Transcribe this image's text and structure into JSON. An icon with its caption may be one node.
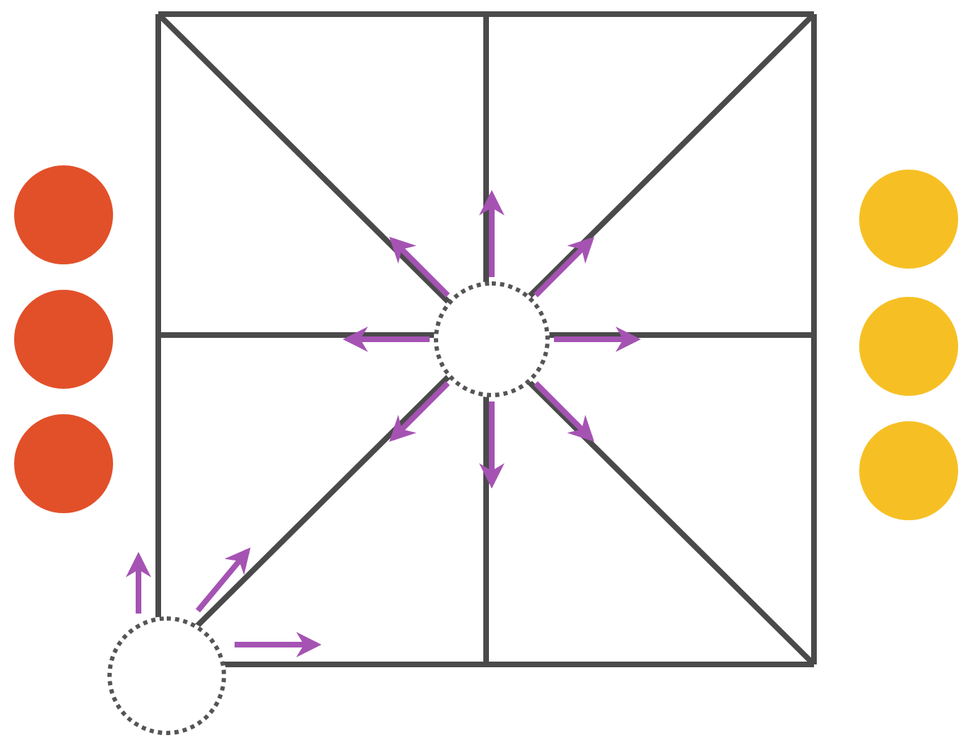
{
  "diagram": {
    "nodes": [
      {
        "text": [],
        "shape": "circle"
      },
      {
        "text": [],
        "shape": "circle"
      },
      {
        "text": [],
        "shape": "circle"
      },
      {
        "text": [],
        "shape": "circle"
      },
      {
        "text": [],
        "shape": "circle"
      },
      {
        "text": [],
        "shape": "circle"
      },
      {
        "text": [],
        "shape": "circle"
      },
      {
        "text": [],
        "shape": "circle"
      }
    ],
    "edges": [
      {
        "from": 6,
        "to": null,
        "arrow": "to"
      },
      {
        "from": 6,
        "to": null,
        "arrow": "to"
      },
      {
        "from": 6,
        "to": null,
        "arrow": "to"
      },
      {
        "from": 6,
        "to": null,
        "arrow": "to"
      },
      {
        "from": 6,
        "to": null,
        "arrow": "to"
      },
      {
        "from": 6,
        "to": null,
        "arrow": "to"
      },
      {
        "from": 6,
        "to": null,
        "arrow": "to"
      },
      {
        "from": 6,
        "to": null,
        "arrow": "to"
      },
      {
        "from": 7,
        "to": null,
        "arrow": "to"
      },
      {
        "from": 7,
        "to": null,
        "arrow": "to"
      },
      {
        "from": 7,
        "to": null,
        "arrow": "to"
      }
    ]
  }
}
